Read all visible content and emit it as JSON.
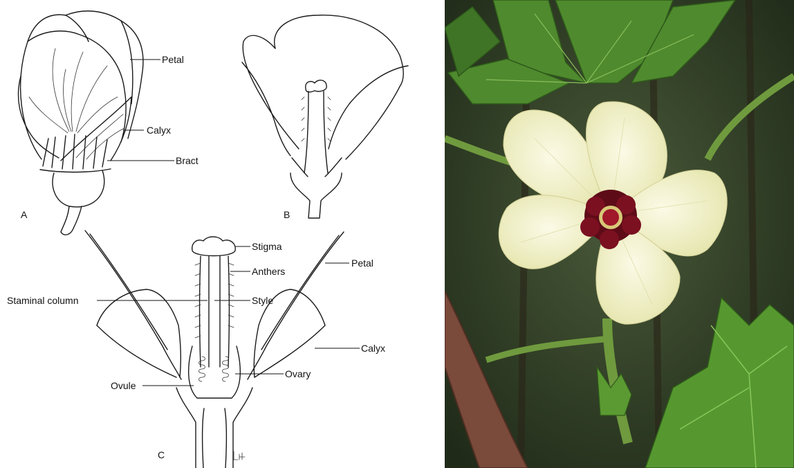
{
  "figure_letters": {
    "a": "A",
    "b": "B",
    "c": "C"
  },
  "labels_a": {
    "petal": "Petal",
    "calyx": "Calyx",
    "bract": "Bract"
  },
  "labels_c": {
    "stigma": "Stigma",
    "anthers": "Anthers",
    "petal": "Petal",
    "staminal_column": "Staminal column",
    "style": "Style",
    "calyx": "Calyx",
    "ovule": "Ovule",
    "ovary": "Ovary"
  },
  "colors": {
    "ink": "#1a1a1a",
    "petal_cream": "#f4f2d2",
    "center_maroon": "#5e0b18",
    "leaf_green": "#4f8a2e",
    "stem_brown": "#7a4a3a"
  }
}
